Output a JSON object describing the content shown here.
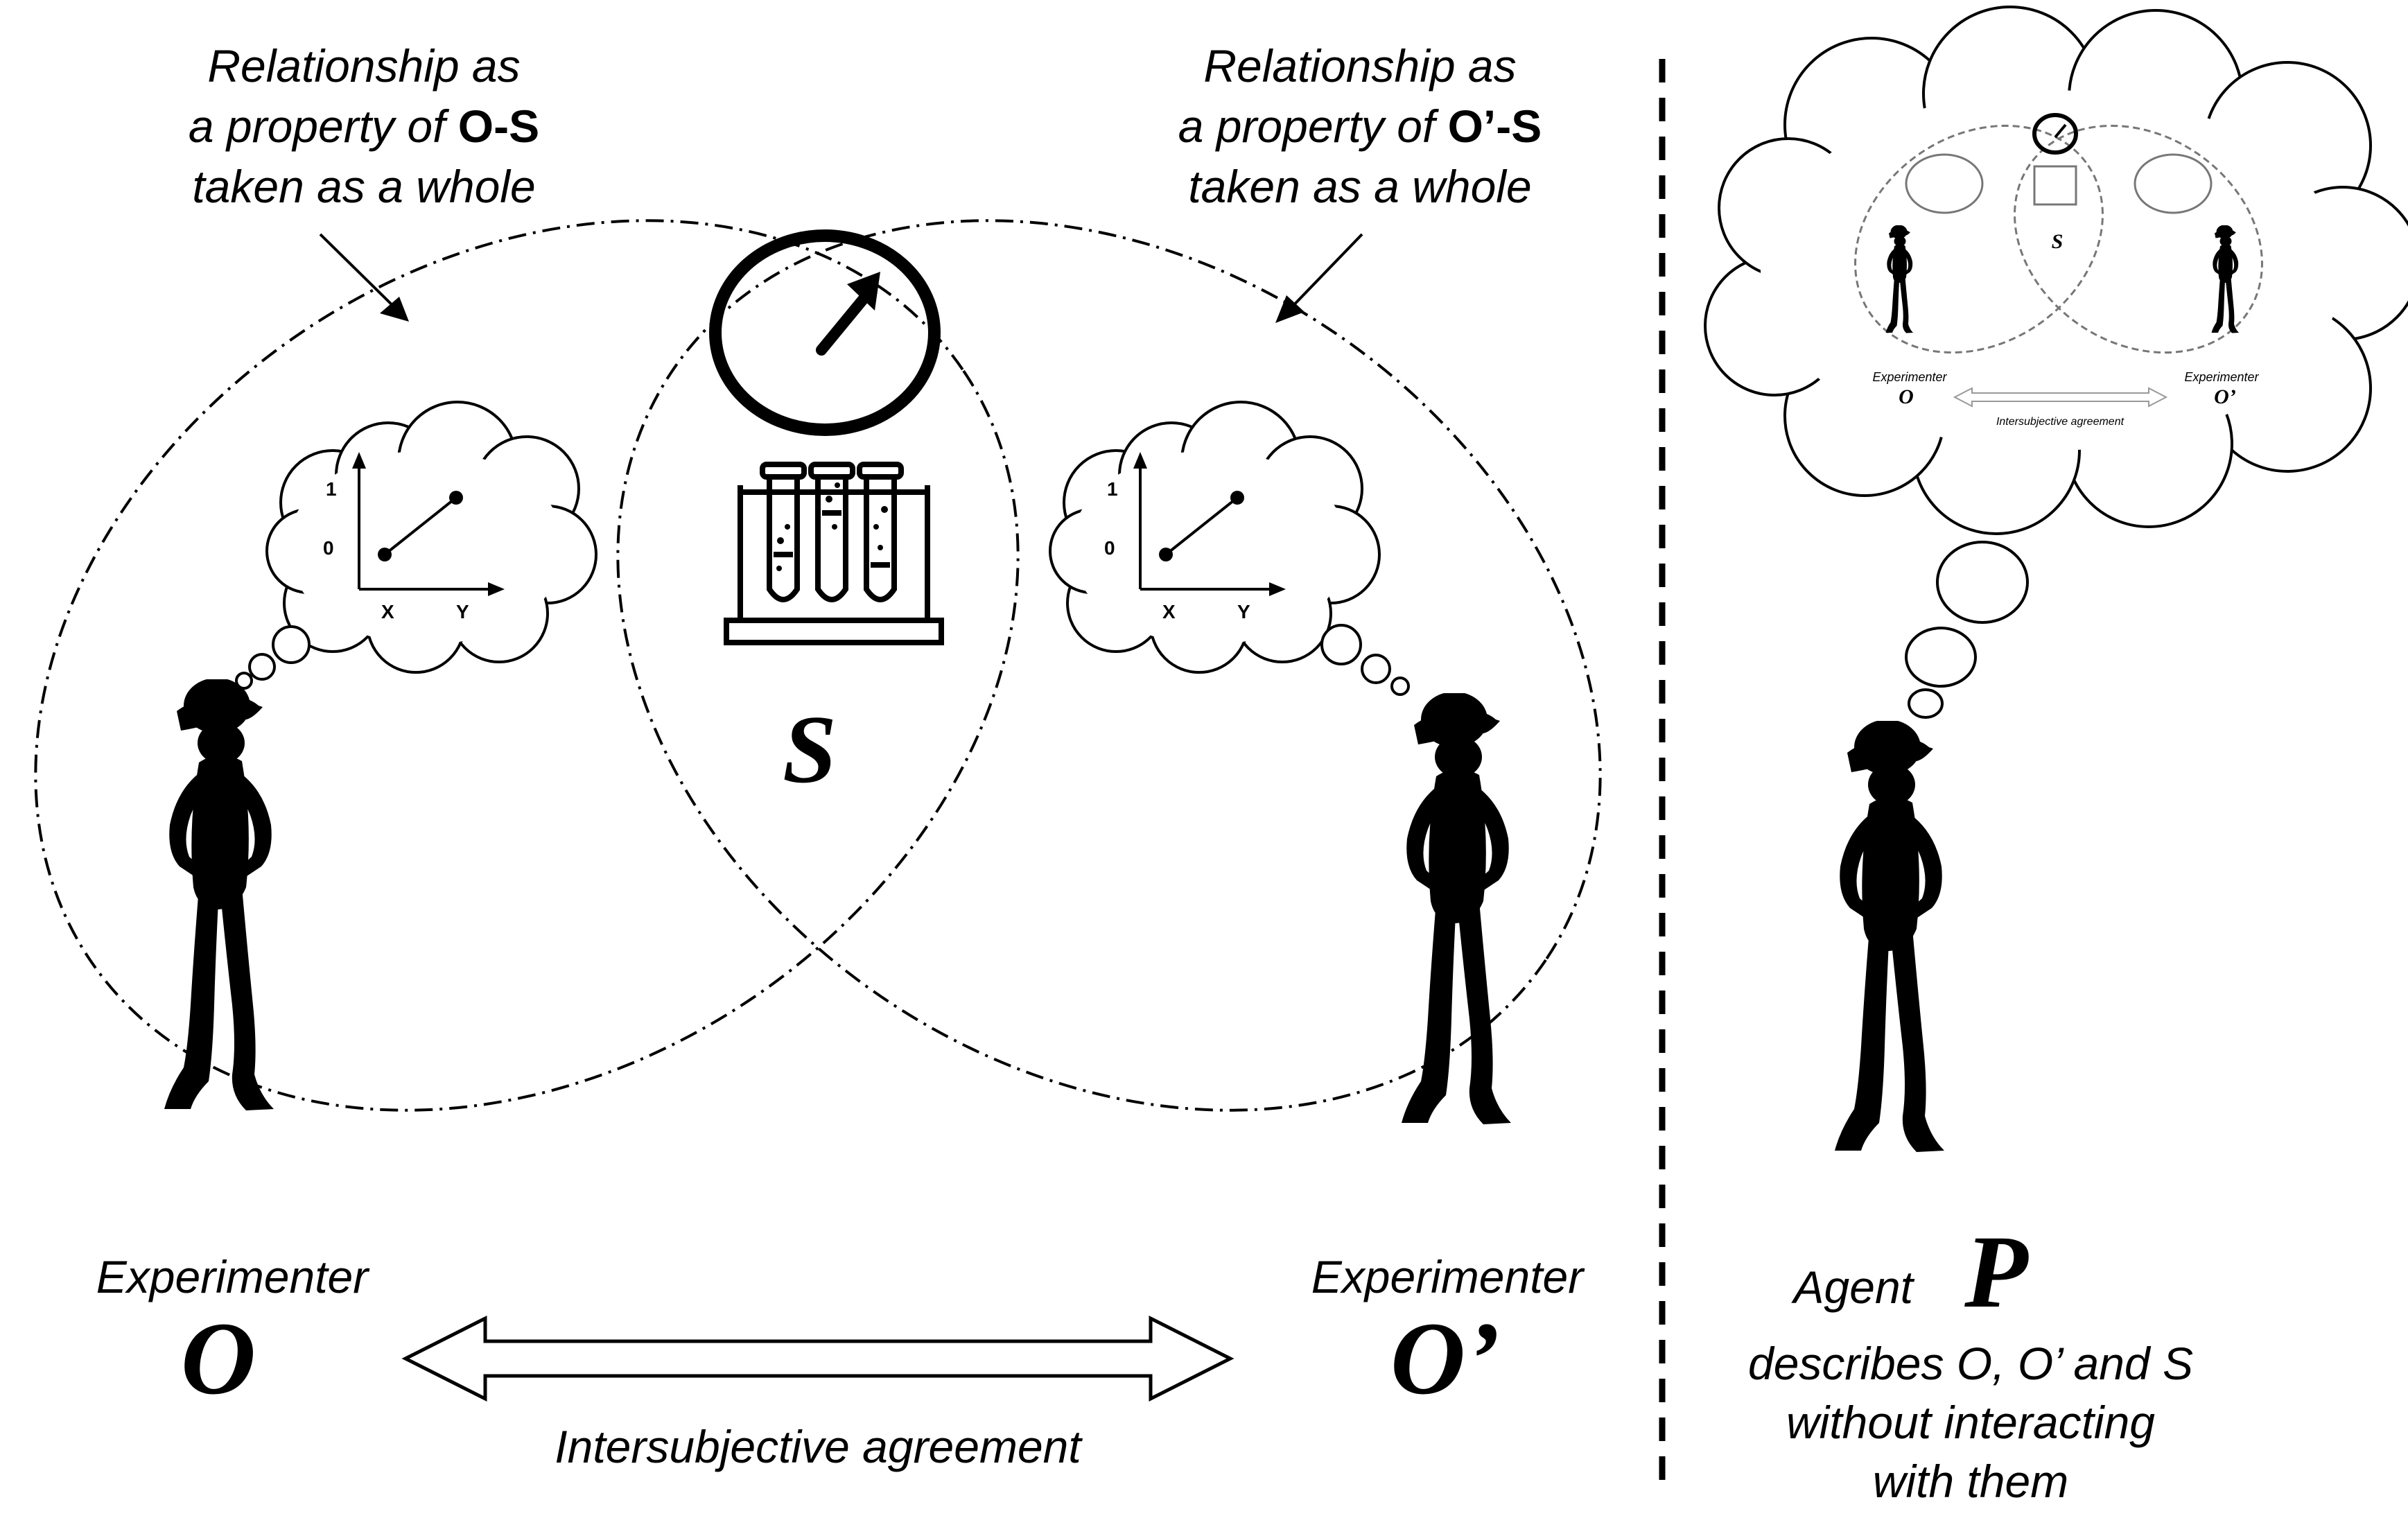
{
  "annotations": {
    "os_prefix": "Relationship as",
    "os_line2": "a property of ",
    "os_bold": "O-S",
    "os_line3": "taken as a whole",
    "ops_prefix": "Relationship as",
    "ops_line2": "a property of ",
    "ops_bold": "O’-S",
    "ops_line3": "taken as a whole"
  },
  "system_label": "S",
  "experimenters": {
    "left_role": "Experimenter",
    "left_symbol": "O",
    "right_role": "Experimenter",
    "right_symbol": "O’"
  },
  "agreement_label": "Intersubjective agreement",
  "agent": {
    "prefix": "Agent",
    "symbol": "P",
    "desc_line1": "describes O, O’ and S",
    "desc_line2": "without interacting",
    "desc_line3": "with them"
  },
  "graph_labels": {
    "y_high": "1",
    "y_low": "0",
    "x_left": "X",
    "x_right": "Y"
  },
  "mini": {
    "left_role": "Experimenter",
    "left_symbol": "O",
    "right_role": "Experimenter",
    "right_symbol": "O’",
    "system": "S",
    "agreement": "Intersubjective agreement"
  },
  "colors": {
    "ink": "#000000",
    "paper": "#ffffff"
  }
}
